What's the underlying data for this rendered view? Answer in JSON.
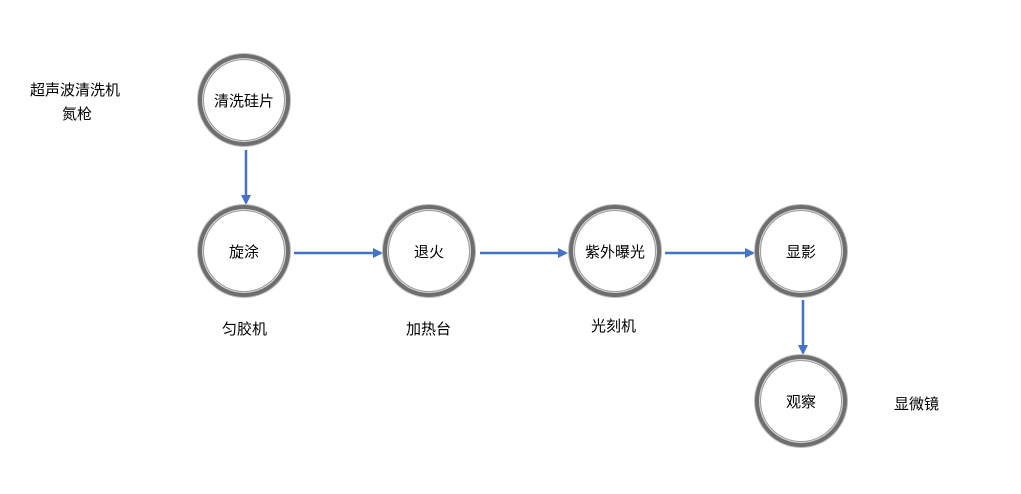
{
  "nodes": {
    "clean": "清洗硅片",
    "spin": "旋涂",
    "anneal": "退火",
    "uv": "紫外曝光",
    "develop": "显影",
    "observe": "观察"
  },
  "equipment": {
    "clean_line1": "超声波清洗机",
    "clean_line2": "氮枪",
    "spin": "匀胶机",
    "anneal": "加热台",
    "uv": "光刻机",
    "observe": "显微镜"
  },
  "colors": {
    "arrow": "#4472c4",
    "node_border": "#6e6e6e"
  }
}
